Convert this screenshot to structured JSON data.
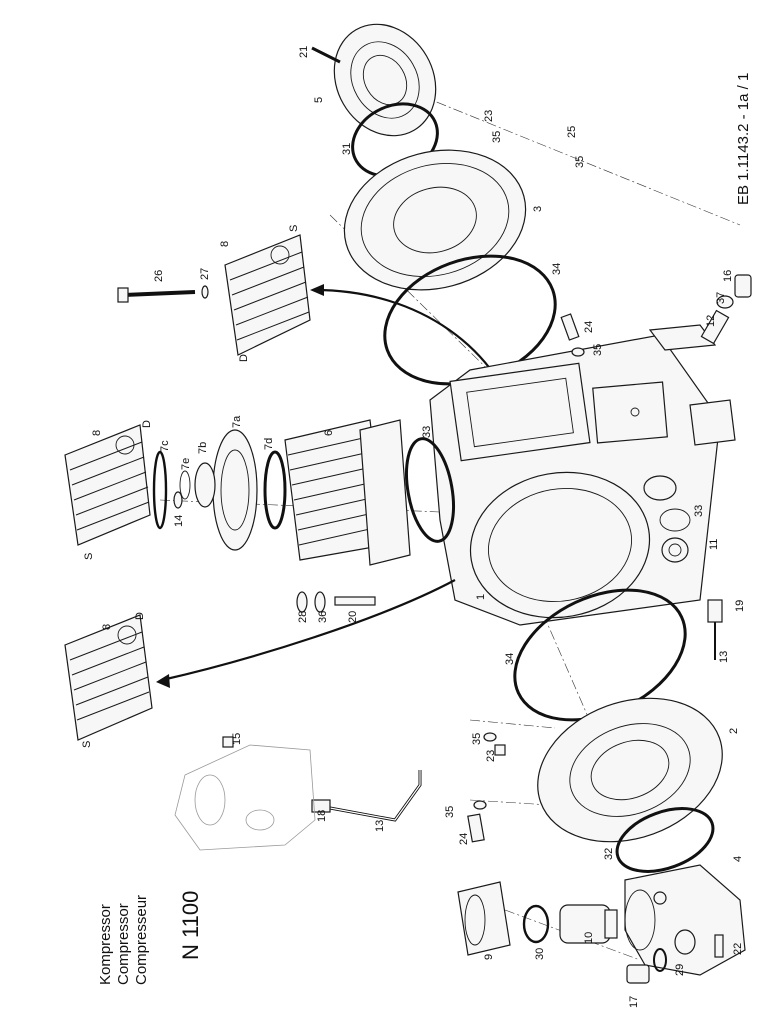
{
  "title": {
    "line1": "Kompressor",
    "line2": "Compressor",
    "line3": "Compresseur",
    "model": "N 1100"
  },
  "drawing_ref": "EB 1.1143.2 - 1a / 1",
  "letters": {
    "s": "S",
    "d": "D"
  },
  "part_numbers": [
    "21",
    "5",
    "31",
    "23",
    "35",
    "25",
    "35",
    "3",
    "8",
    "S",
    "26",
    "27",
    "D",
    "34",
    "24",
    "35",
    "16",
    "37",
    "12",
    "8",
    "D",
    "7c",
    "7e",
    "7b",
    "7a",
    "7d",
    "6",
    "33",
    "14",
    "S",
    "33",
    "11",
    "8",
    "D",
    "28",
    "36",
    "20",
    "1",
    "34",
    "19",
    "13",
    "S",
    "15",
    "35",
    "23",
    "2",
    "35",
    "24",
    "18",
    "13",
    "32",
    "4",
    "9",
    "30",
    "10",
    "17",
    "29",
    "22"
  ]
}
